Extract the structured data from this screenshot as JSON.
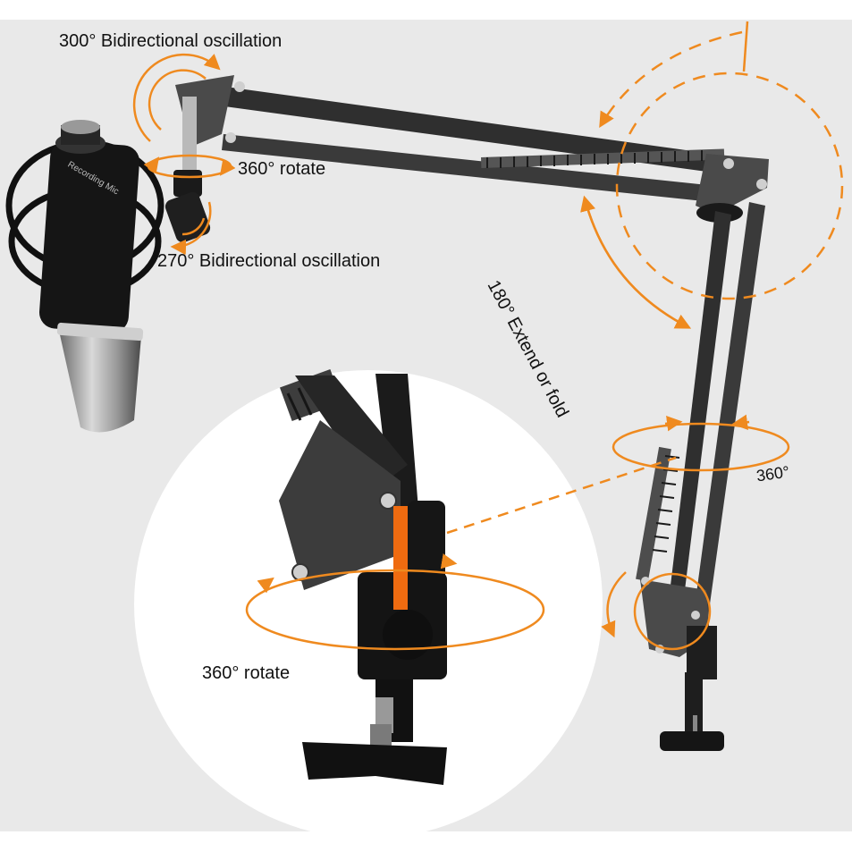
{
  "labels": {
    "top_oscillation": "300° Bidirectional oscillation",
    "top_rotate": "360° rotate",
    "mid_oscillation": "270° Bidirectional oscillation",
    "extend_fold": "180° Extend or fold",
    "mid_rotate": "360°",
    "base_rotate": "360° rotate"
  },
  "microphone_text": "Recording Mic",
  "colors": {
    "accent": "#ef8a1f",
    "background": "#e9e9e9",
    "metal": "#2b2b2b",
    "inset": "#ffffff"
  }
}
